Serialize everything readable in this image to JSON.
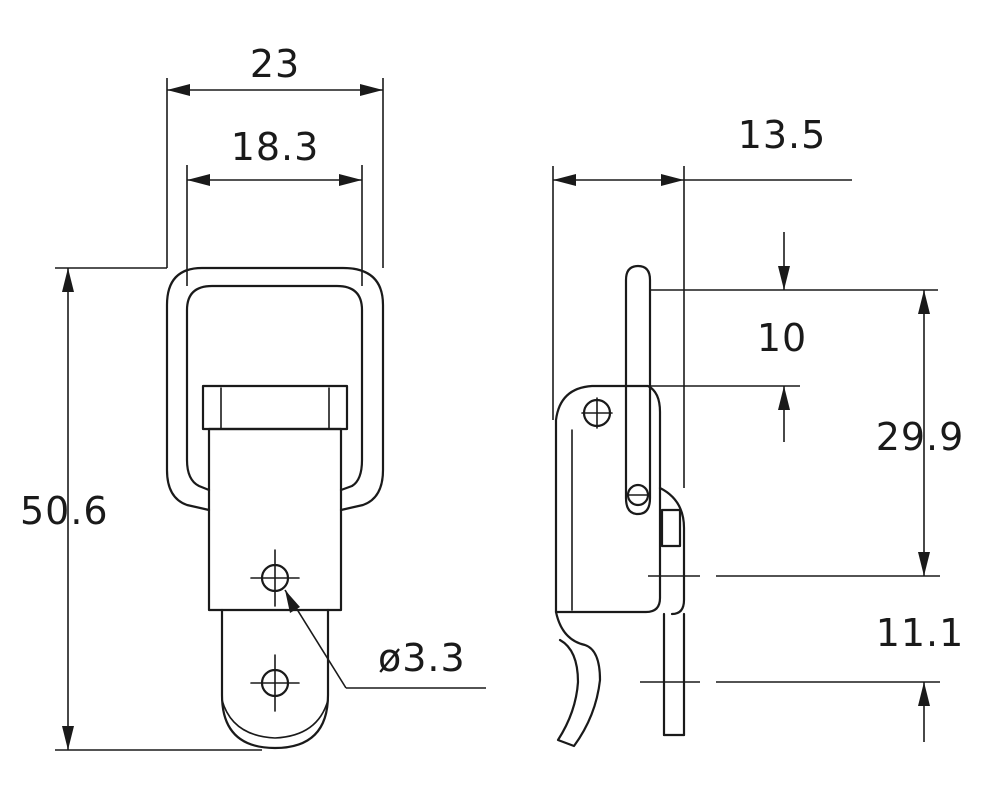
{
  "dimensions": {
    "width_overall": "23",
    "width_inner": "18.3",
    "height_overall": "50.6",
    "hole_diameter": "ø3.3",
    "depth": "13.5",
    "offset_top": "10",
    "height_mid": "29.9",
    "height_lower": "11.1"
  }
}
